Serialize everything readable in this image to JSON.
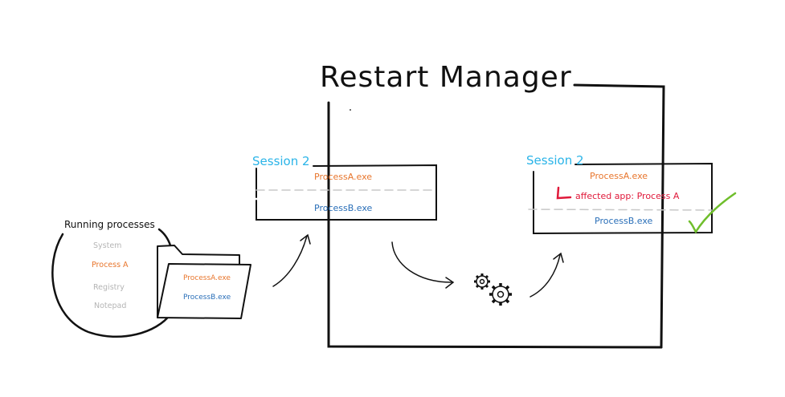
{
  "title": "Restart Manager",
  "running_processes": {
    "heading": "Running processes",
    "items": [
      "System",
      "Process A",
      "Registry",
      "Notepad"
    ]
  },
  "folder": {
    "files": [
      "ProcessA.exe",
      "ProcessB.exe"
    ]
  },
  "session_left": {
    "label": "Session 2",
    "processes": [
      "ProcessA.exe",
      "ProcessB.exe"
    ]
  },
  "session_right": {
    "label": "Session 2",
    "processes": [
      "ProcessA.exe",
      "ProcessB.exe"
    ],
    "note": "affected app: Process A"
  },
  "colors": {
    "session_label": "#2ab4e8",
    "process_a": "#e8762d",
    "process_b": "#2a6fb8",
    "muted": "#b5b5b5",
    "note": "#e0193a",
    "check": "#6fbe2c",
    "ink": "#111111"
  },
  "icons": [
    "gears-icon",
    "checkmark-icon",
    "bracket-icon"
  ]
}
